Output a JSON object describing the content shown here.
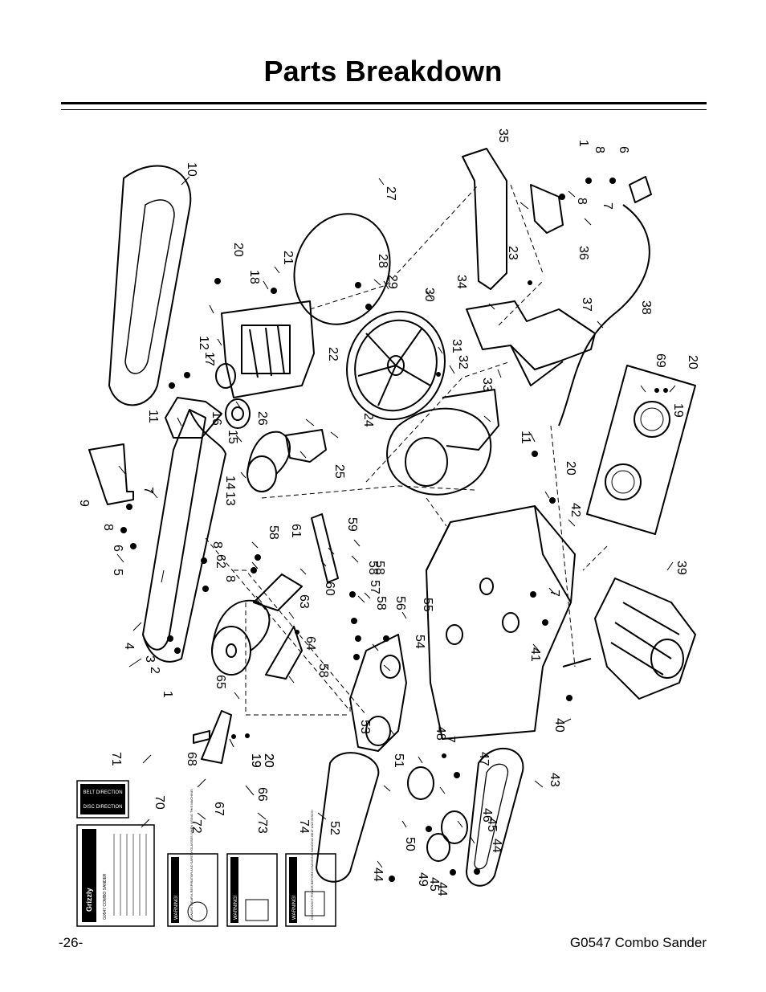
{
  "header": {
    "title": "Parts Breakdown"
  },
  "footer": {
    "page_number": "-26-",
    "manual_title": "G0547 Combo Sander"
  },
  "callouts": [
    "1",
    "2",
    "3",
    "4",
    "5",
    "6",
    "7",
    "8",
    "9",
    "10",
    "11",
    "12",
    "13",
    "14",
    "15",
    "16",
    "17",
    "18",
    "19",
    "20",
    "21",
    "22",
    "23",
    "24",
    "25",
    "26",
    "27",
    "28",
    "29",
    "30",
    "31",
    "32",
    "33",
    "34",
    "35",
    "36",
    "37",
    "38",
    "39",
    "40",
    "41",
    "42",
    "43",
    "44",
    "45",
    "46",
    "47",
    "48",
    "49",
    "50",
    "51",
    "52",
    "53",
    "54",
    "55",
    "56",
    "57",
    "58",
    "59",
    "60",
    "61",
    "62",
    "63",
    "64",
    "65",
    "66",
    "67",
    "68",
    "69",
    "70",
    "71",
    "72",
    "73",
    "74",
    "8",
    "7",
    "6",
    "8",
    "7",
    "20",
    "19",
    "20",
    "11",
    "20",
    "7",
    "8",
    "8",
    "58",
    "58",
    "58",
    "58",
    "7",
    "44",
    "44",
    "45",
    "19",
    "20"
  ],
  "labels": {
    "direction_1": "BELT DIRECTION",
    "direction_2": "DISC DIRECTION",
    "warning": "WARNING!",
    "brand": "Grizzly",
    "id_plate": "G0547 COMBO SANDER",
    "label_72": "ALWAYS WEAR A RESPIRATOR AND SAFETY GLASSES WHEN USING THIS MACHINE!",
    "label_74": "DISCONNECT POWER BEFORE CHANGING SANDING BELT AND DISCS!"
  }
}
